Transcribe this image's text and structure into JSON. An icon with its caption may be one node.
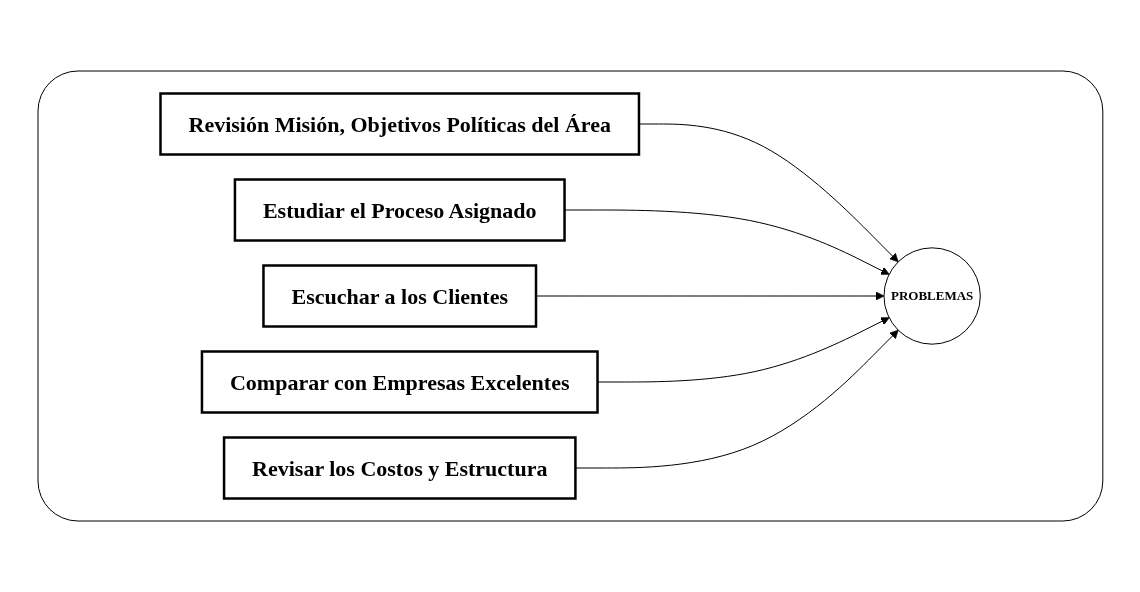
{
  "diagram": {
    "nodes": [
      {
        "text": [],
        "shape": "box"
      },
      {
        "text": [
          "Revisión Misión, Objetivos Políticas del Área"
        ],
        "in": 0
      },
      {
        "text": [
          "Estudiar el Proceso Asignado"
        ],
        "in": 0
      },
      {
        "text": [
          "Escuchar a los Clientes"
        ],
        "in": 0
      },
      {
        "text": [
          "Comparar con Empresas Excelentes"
        ],
        "in": 0
      },
      {
        "text": [
          "Revisar los Costos y Estructura"
        ],
        "in": 0
      },
      {
        "text": [
          "PROBLEMAS"
        ],
        "in": 0
      }
    ],
    "edges": [
      {
        "from": 1,
        "to": 6,
        "arrow": "to"
      },
      {
        "from": 2,
        "to": 6,
        "arrow": "to"
      },
      {
        "from": 3,
        "to": 6,
        "arrow": "to"
      },
      {
        "from": 4,
        "to": 6,
        "arrow": "to"
      },
      {
        "from": 5,
        "to": 6,
        "arrow": "to"
      }
    ]
  }
}
